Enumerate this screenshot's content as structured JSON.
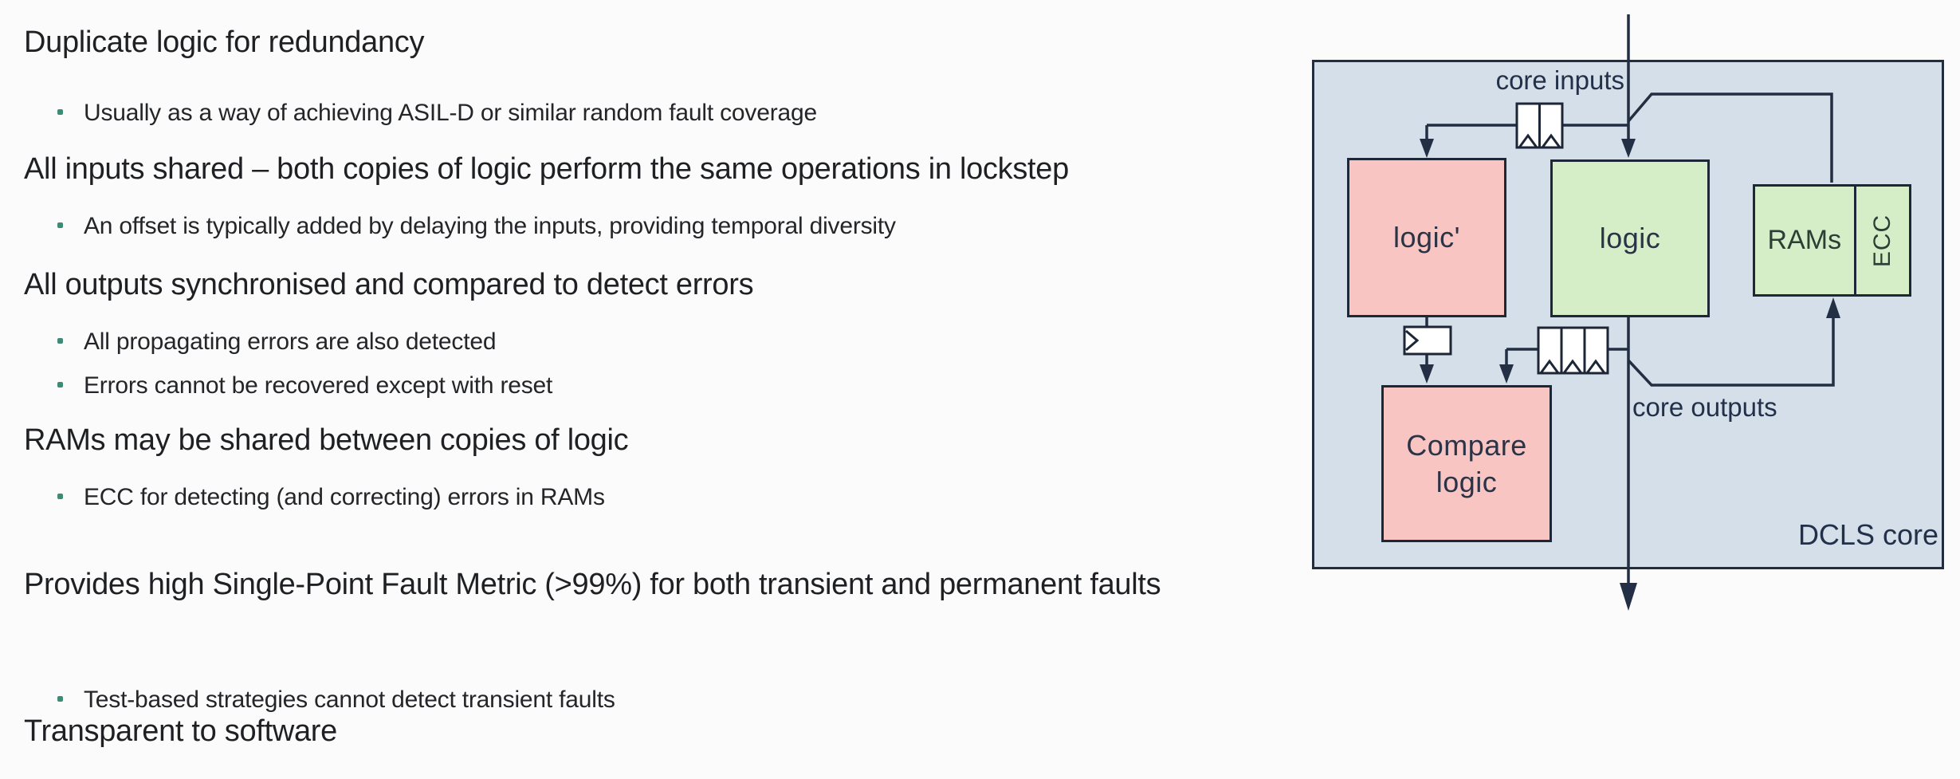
{
  "slide": {
    "background": "#fbfbfb",
    "text_color": "#1f2023",
    "bullet_dot_color": "#3e8a74"
  },
  "content": {
    "items": [
      {
        "kind": "heading",
        "text": "Duplicate logic for redundancy"
      },
      {
        "kind": "bullet",
        "text": "Usually as a way of achieving ASIL-D or similar random fault coverage"
      },
      {
        "kind": "heading",
        "text": "All inputs shared – both copies of logic perform the same operations in lockstep"
      },
      {
        "kind": "bullet",
        "text": "An offset is typically added by delaying the inputs, providing temporal diversity"
      },
      {
        "kind": "heading",
        "text": "All outputs synchronised and compared to detect errors"
      },
      {
        "kind": "bullet",
        "text": "All propagating errors are also detected"
      },
      {
        "kind": "bullet",
        "text": "Errors cannot be recovered except with reset"
      },
      {
        "kind": "heading",
        "text": "RAMs may be shared between copies of logic"
      },
      {
        "kind": "bullet",
        "text": "ECC for detecting (and correcting) errors in RAMs"
      },
      {
        "kind": "heading",
        "text": "Provides high Single-Point Fault Metric (>99%) for both transient and permanent faults"
      },
      {
        "kind": "bullet",
        "text": "Test-based strategies cannot detect transient faults"
      },
      {
        "kind": "heading",
        "text": "Transparent to software"
      }
    ]
  },
  "diagram": {
    "container_label": "DCLS core",
    "labels": {
      "core_inputs": "core inputs",
      "core_outputs": "core outputs"
    },
    "blocks": {
      "logic_prime": "logic'",
      "logic": "logic",
      "rams": "RAMs",
      "ecc": "ECC",
      "compare": "Compare logic"
    },
    "colors": {
      "panel_bg": "#d4dfe9",
      "block_pink": "#f8c5c3",
      "block_green": "#d6eec8",
      "wire": "#222f42",
      "label_text": "#223049"
    }
  }
}
